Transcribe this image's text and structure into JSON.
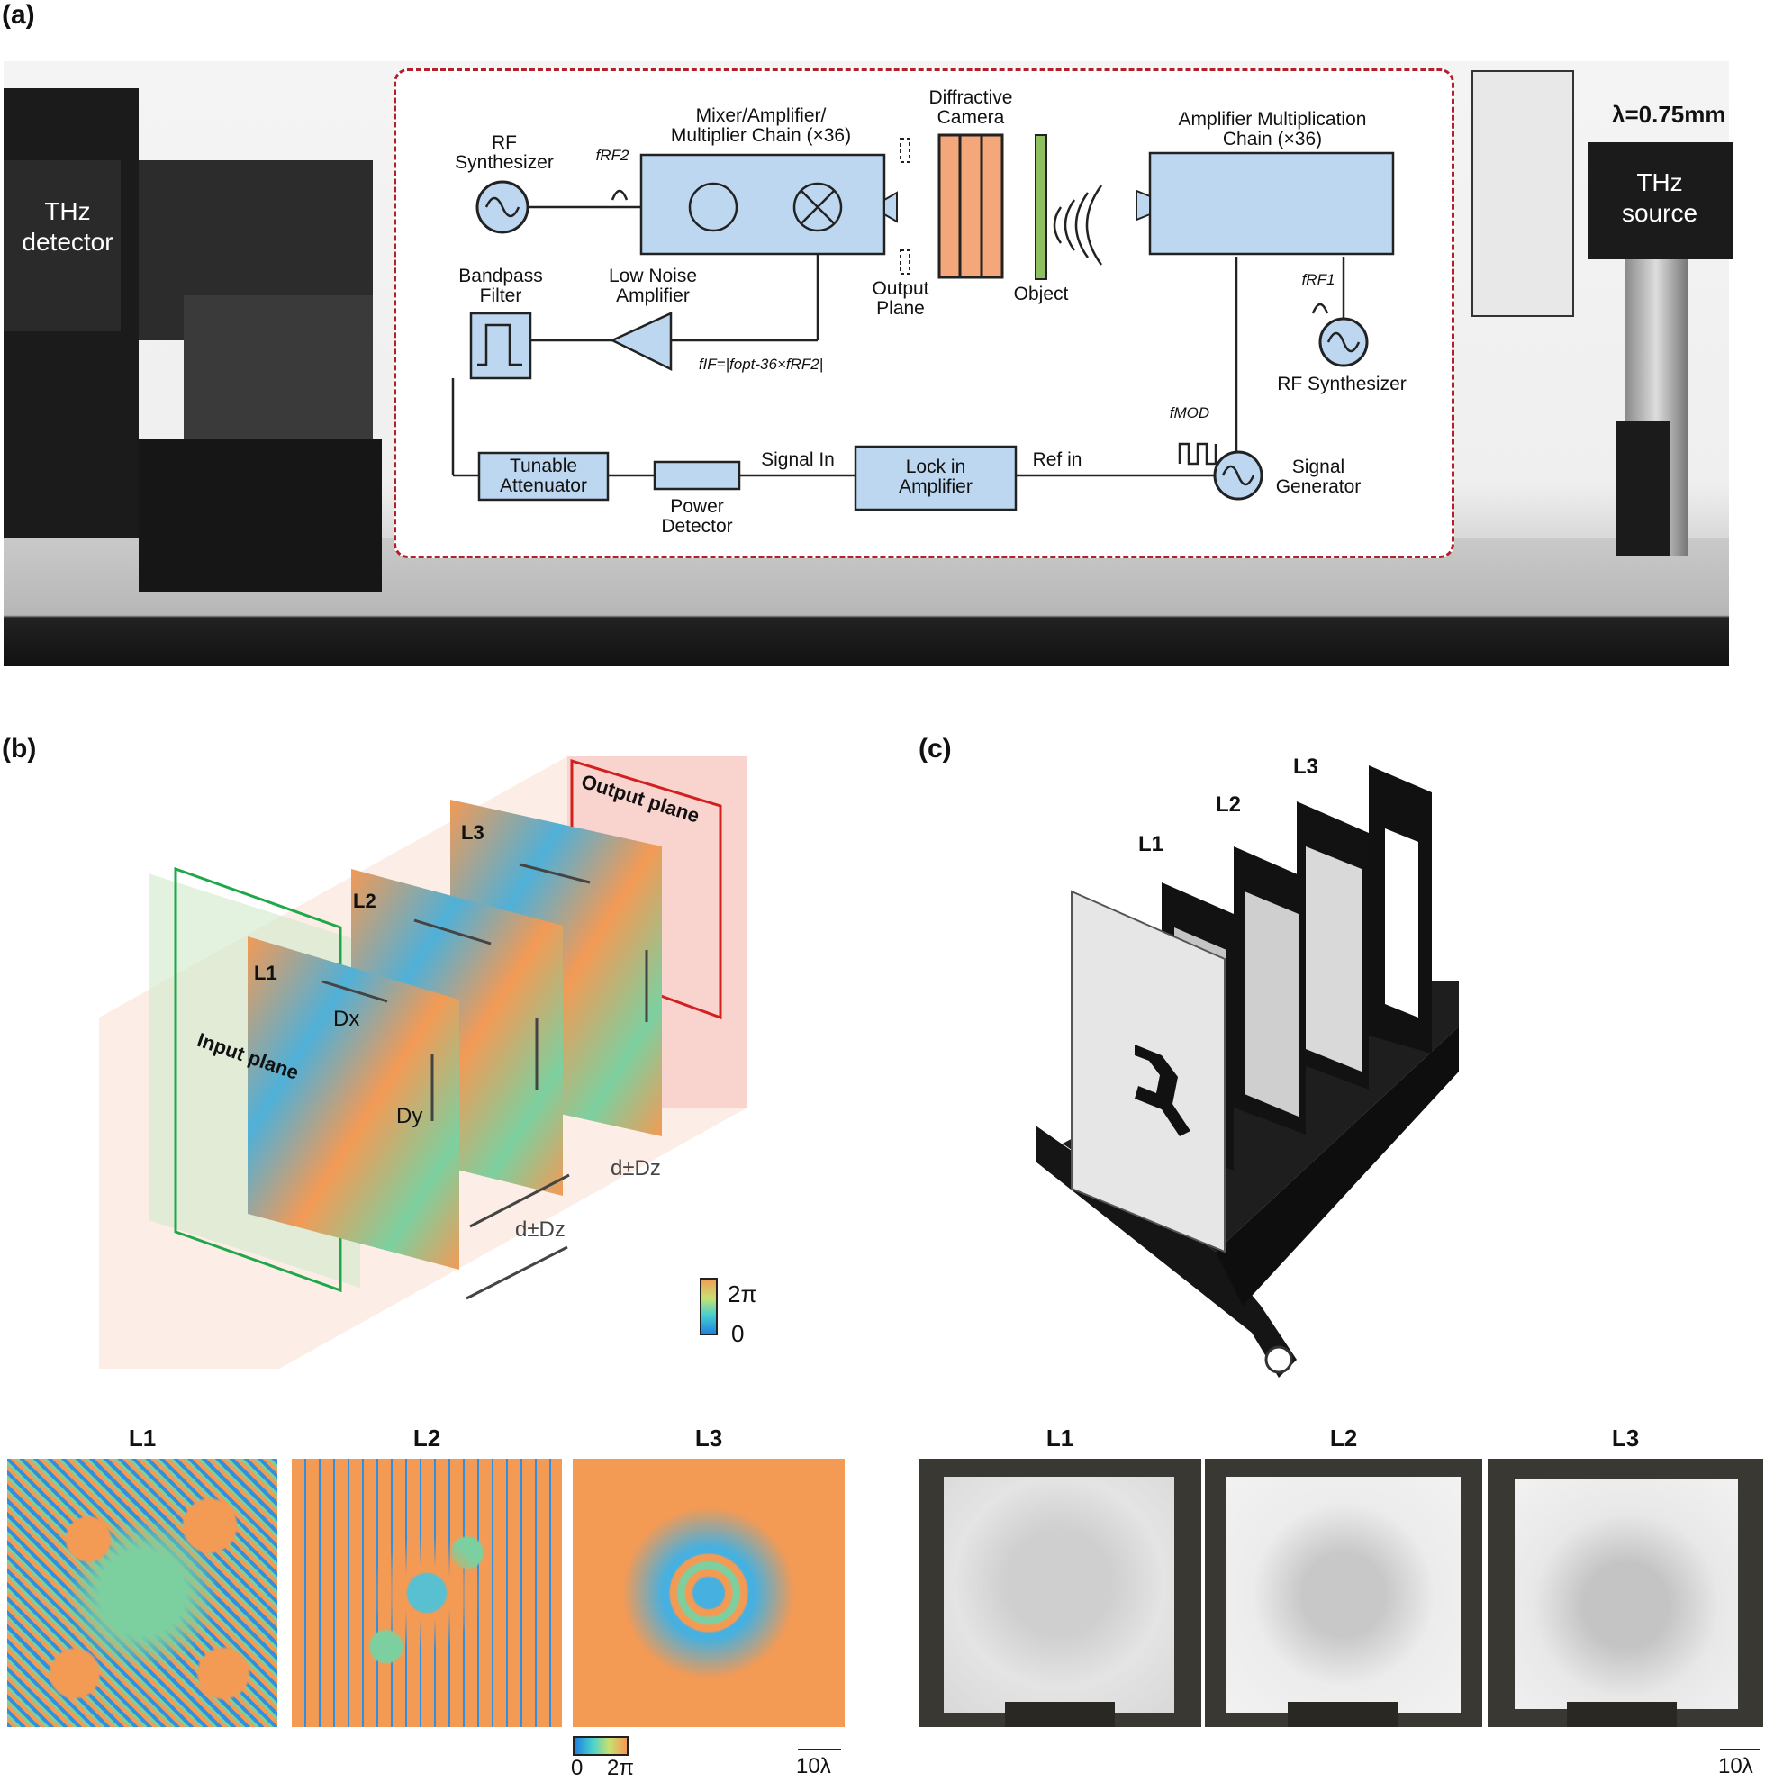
{
  "panels": {
    "a": "(a)",
    "b": "(b)",
    "c": "(c)"
  },
  "setup": {
    "detector_label": "THz\ndetector",
    "source_label": "THz\nsource",
    "wavelength": "λ=0.75mm"
  },
  "schematic": {
    "rf_synth_left": "RF\nSynthesizer",
    "f_rf2": "fRF2",
    "mixer_chain": "Mixer/Amplifier/\nMultiplier Chain (×36)",
    "diffractive_camera": "Diffractive\nCamera",
    "output_plane": "Output\nPlane",
    "object": "Object",
    "amp_mult_chain": "Amplifier Multiplication\nChain (×36)",
    "f_rf1": "fRF1",
    "rf_synth_right": "RF Synthesizer",
    "bandpass": "Bandpass\nFilter",
    "lna": "Low Noise\nAmplifier",
    "f_if": "fIF=|fopt-36×fRF2|",
    "f_mod": "fMOD",
    "tunable_attenuator": "Tunable\nAttenuator",
    "signal_in": "Signal In",
    "lock_in": "Lock in\nAmplifier",
    "ref_in": "Ref in",
    "signal_generator": "Signal\nGenerator",
    "power_detector": "Power\nDetector"
  },
  "panel_b": {
    "output_plane": "Output plane",
    "input_plane": "Input plane",
    "layers": [
      "L1",
      "L2",
      "L3"
    ],
    "dx": "Dx",
    "dy": "Dy",
    "dz_label": "d±Dz",
    "colorbar_max": "2π",
    "colorbar_min": "0"
  },
  "panel_c": {
    "layers": [
      "L1",
      "L2",
      "L3"
    ]
  },
  "bottom_left": {
    "titles": [
      "L1",
      "L2",
      "L3"
    ],
    "colorbar_min": "0",
    "colorbar_max": "2π",
    "scale": "10λ"
  },
  "bottom_right": {
    "titles": [
      "L1",
      "L2",
      "L3"
    ],
    "scale": "10λ"
  },
  "colors": {
    "schematic_box": "#bcd7ef",
    "dashed_border": "#b3202a",
    "camera_orange": "#f4a77a",
    "phase_orange": "#f39a55",
    "phase_blue": "#2f8fe0",
    "input_green": "#1fa84a",
    "output_red": "#d02020"
  }
}
